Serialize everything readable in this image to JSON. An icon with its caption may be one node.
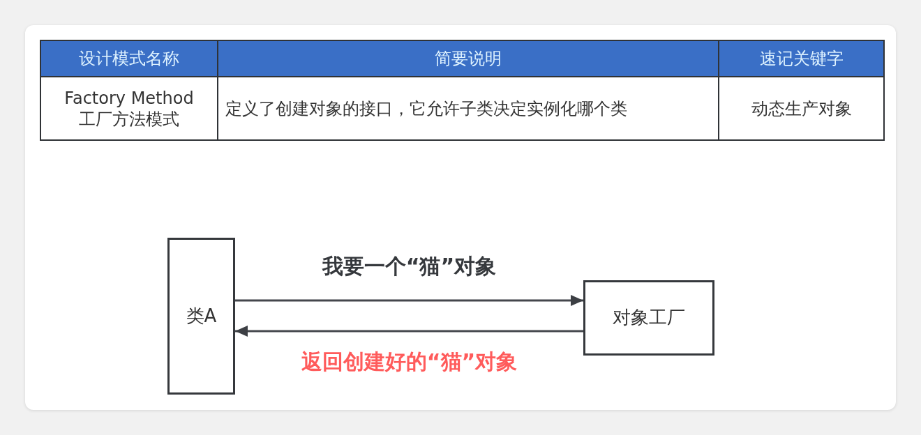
{
  "diagram": {
    "nodes": [
      {
        "text": [
          "类A"
        ]
      },
      {
        "text": [
          "对象工厂"
        ]
      }
    ],
    "edges": [
      {
        "from": 0,
        "to": 1,
        "arrow": "to",
        "label": "我要一个“猫”对象"
      },
      {
        "from": 1,
        "to": 0,
        "arrow": "to",
        "label": "返回创建好的“**猫**”对象"
      }
    ],
    "labels": [
      "设计模式名称",
      "简要说明",
      "速记关键字",
      "Factory Method 工厂方法模式",
      "定义了创建对象的接口，它允许子类决定实例化哪个类",
      "动态生产对象"
    ]
  }
}
